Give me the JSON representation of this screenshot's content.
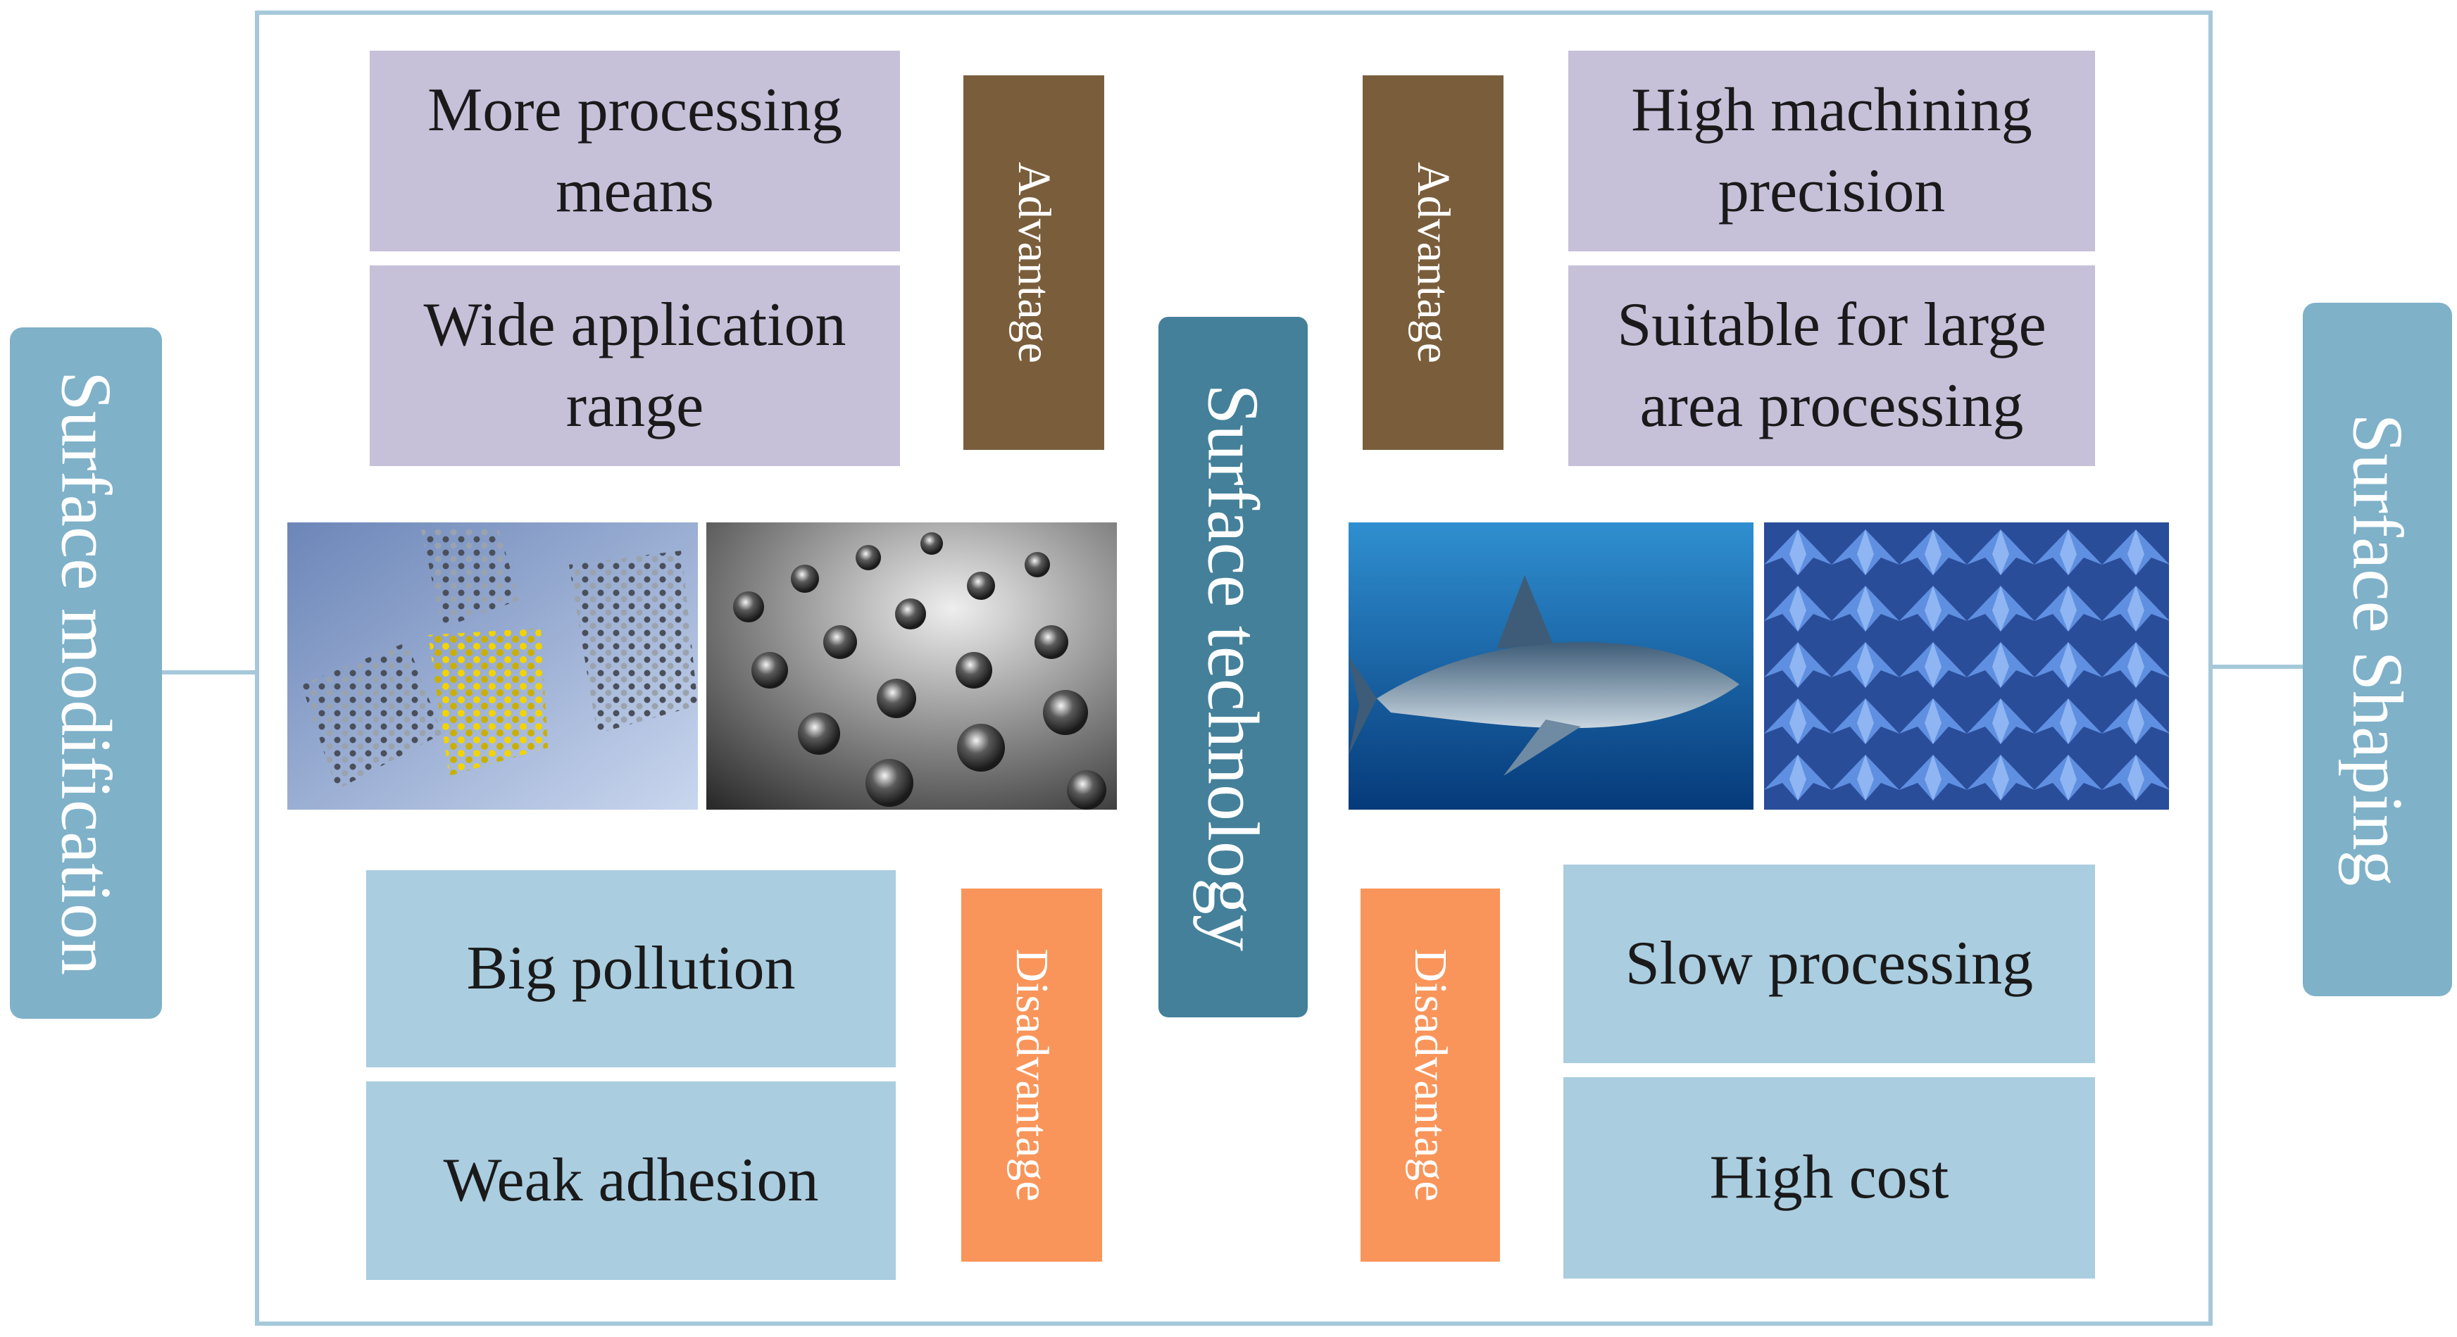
{
  "left_label": "Surface modification",
  "right_label": "Surface Shaping",
  "center_label": "Surface technology",
  "left": {
    "advantage_label": "Advantage",
    "disadvantage_label": "Disadvantage",
    "advantages": [
      "More processing means",
      "Wide application range"
    ],
    "disadvantages": [
      "Big pollution",
      "Weak adhesion"
    ]
  },
  "right": {
    "advantage_label": "Advantage",
    "disadvantage_label": "Disadvantage",
    "advantages": [
      "High machining precision",
      "Suitable for large area processing"
    ],
    "disadvantages": [
      "Slow processing",
      "High cost"
    ]
  },
  "images": {
    "graphene": "graphene-lattice-image",
    "droplets": "water-droplets-image",
    "shark": "shark-underwater-image",
    "shark_skin": "shark-skin-scales-image"
  },
  "colors": {
    "frame": "#a5c9da",
    "side_label": "#7fb1c9",
    "center_label": "#44809a",
    "advantage_tag": "#7a5e3c",
    "disadvantage_tag": "#f9955a",
    "advantage_box": "#c6c0d9",
    "disadvantage_box": "#aacde0"
  }
}
